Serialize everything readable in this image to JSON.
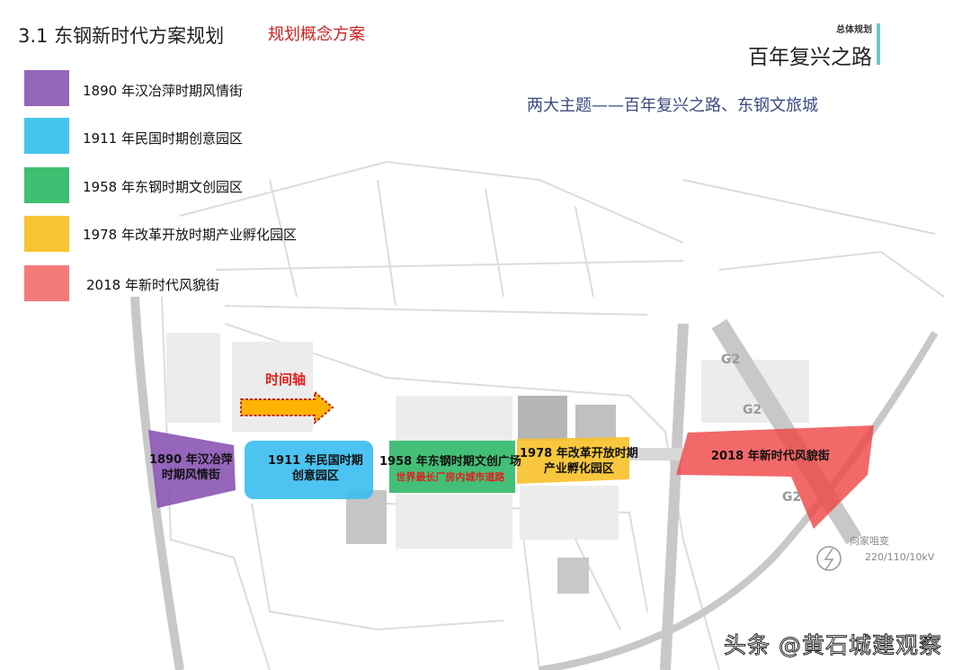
{
  "header": {
    "title": "3.1 东钢新时代方案规划",
    "subtitle": "规划概念方案",
    "section_small": "总体规划",
    "section_big": "百年复兴之路",
    "theme": "两大主题——百年复兴之路、东钢文旅城"
  },
  "legend": [
    {
      "color": "#9467b8",
      "label": "1890 年汉冶萍时期风情街"
    },
    {
      "color": "#45c6ef",
      "label": "1911 年民国时期创意园区"
    },
    {
      "color": "#3fbf72",
      "label": "1958 年东钢时期文创园区"
    },
    {
      "color": "#f7c531",
      "label": "1978 年改革开放时期产业孵化园区"
    },
    {
      "color": "#f47a7a",
      "label": "2018 年新时代风貌街"
    }
  ],
  "map": {
    "timeline_label": "时间轴",
    "zones": [
      {
        "line1": "1890 年汉冶萍",
        "line2": "时期风情街"
      },
      {
        "line1": "1911 年民国时期",
        "line2": "创意园区"
      },
      {
        "line1": "1958 年东钢时期文创广场",
        "line2": "世界最长厂房内城市道路"
      },
      {
        "line1": "1978 年改革开放时期",
        "line2": "产业孵化园区"
      },
      {
        "line1": "2018 年新时代风貌街"
      }
    ],
    "road_label": "G2",
    "substation_name": "向家咀变",
    "substation_voltage": "220/110/10kV"
  },
  "watermark": "头条 @黄石城建观察"
}
